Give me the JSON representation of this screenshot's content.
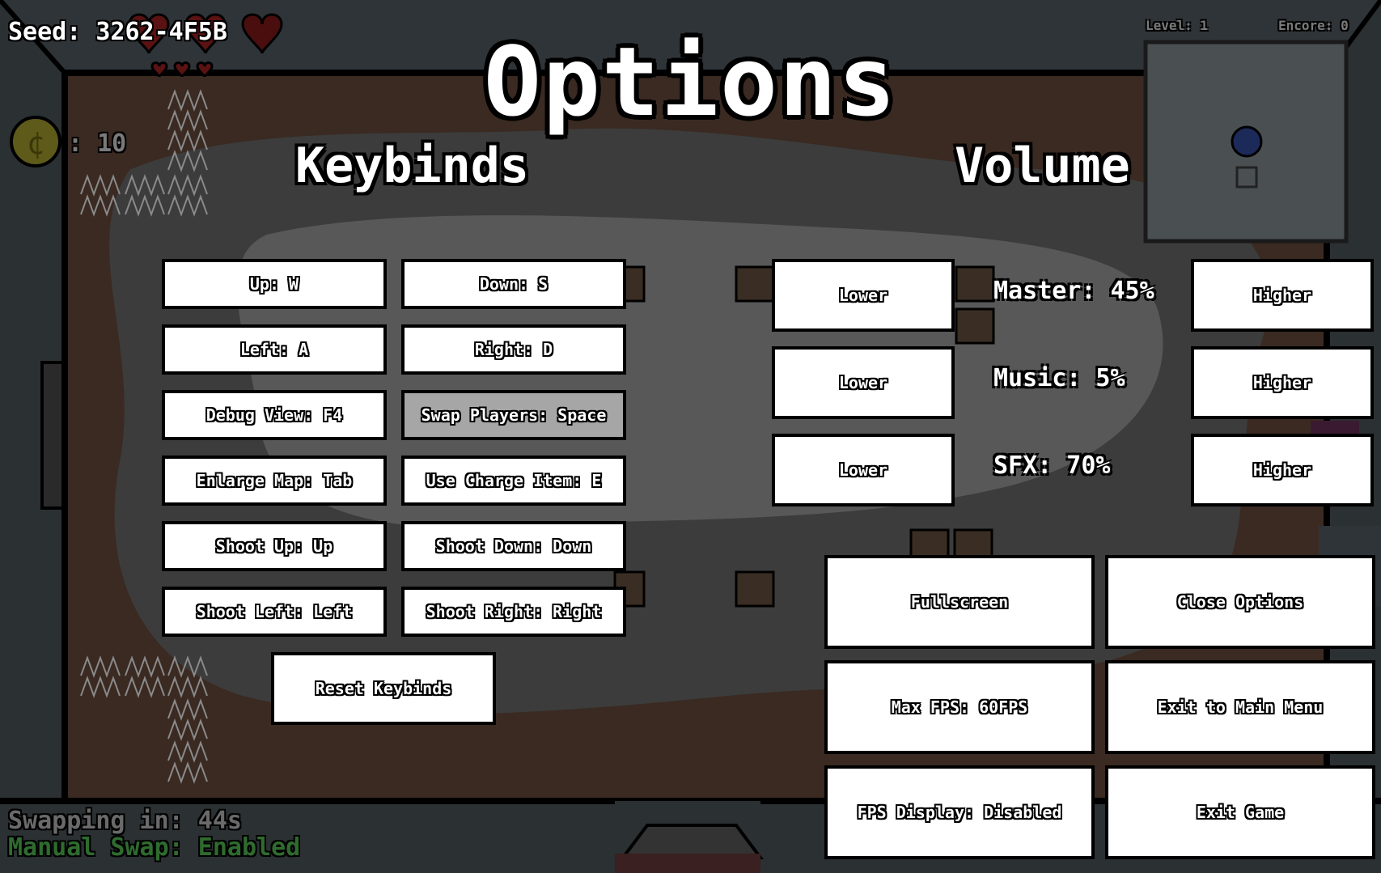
{
  "hud": {
    "seed": "Seed: 3262-4F5B",
    "coins": ": 10",
    "level": "Level: 1",
    "encore": "Encore: 0",
    "swapping": "Swapping in: 44s",
    "manual_swap": "Manual Swap: Enabled"
  },
  "colors": {
    "accent_green": "#2f6b2f",
    "button_bg": "#ffffff",
    "button_active_bg": "#a6a6a6",
    "floor_brown": "#3a2a22",
    "fog_gray": "#3c3c3c"
  },
  "options": {
    "title": "Options",
    "keybinds": {
      "heading": "Keybinds",
      "buttons": [
        "Up: W",
        "Down: S",
        "Left: A",
        "Right: D",
        "Debug View: F4",
        "Swap Players: Space",
        "Enlarge Map: Tab",
        "Use Charge Item: E",
        "Shoot Up: Up",
        "Shoot Down: Down",
        "Shoot Left: Left",
        "Shoot Right: Right"
      ],
      "reset": "Reset Keybinds"
    },
    "volume": {
      "heading": "Volume",
      "rows": [
        {
          "label": "Master: 45%",
          "lower": "Lower",
          "higher": "Higher"
        },
        {
          "label": "Music: 5%",
          "lower": "Lower",
          "higher": "Higher"
        },
        {
          "label": "SFX: 70%",
          "lower": "Lower",
          "higher": "Higher"
        }
      ]
    },
    "settings": {
      "fullscreen": "Fullscreen",
      "close": "Close Options",
      "max_fps": "Max FPS: 60FPS",
      "exit_menu": "Exit to Main Menu",
      "fps_display": "FPS Display: Disabled",
      "exit_game": "Exit Game"
    }
  }
}
